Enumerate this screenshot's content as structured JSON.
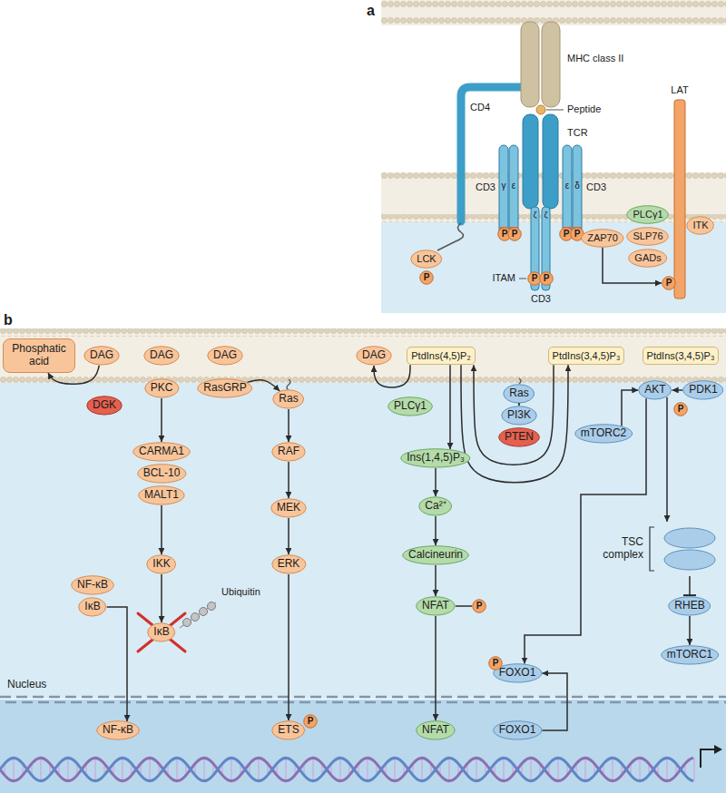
{
  "diagram": {
    "nodes": [
      {
        "text": [
          "LCK"
        ]
      },
      {
        "text": [
          "P"
        ]
      },
      {
        "text": [
          "P"
        ]
      },
      {
        "text": [
          "P"
        ]
      },
      {
        "text": [
          "P"
        ]
      },
      {
        "text": [
          "P"
        ]
      },
      {
        "text": [
          "P"
        ]
      },
      {
        "text": [
          "P"
        ]
      },
      {
        "text": [
          "ZAP70"
        ]
      },
      {
        "text": [
          "LAT"
        ]
      },
      {
        "text": [
          "P"
        ]
      },
      {
        "text": [
          "PLCγ1"
        ]
      },
      {
        "text": [
          "ITK"
        ]
      },
      {
        "text": [
          "SLP76"
        ]
      },
      {
        "text": [
          "GADs"
        ]
      },
      {
        "text": [
          "Phosphatic acid"
        ]
      },
      {
        "text": [
          "DAG"
        ]
      },
      {
        "text": [
          "DAG"
        ]
      },
      {
        "text": [
          "DAG"
        ]
      },
      {
        "text": [
          "DAG"
        ]
      },
      {
        "text": [
          "PtdIns(4,5)P₂"
        ]
      },
      {
        "text": [
          "PtdIns(3,4,5)P₃"
        ]
      },
      {
        "text": [
          "PtdIns(3,4,5)P₃"
        ]
      },
      {
        "text": [
          "DGK"
        ]
      },
      {
        "text": [
          "PKC"
        ]
      },
      {
        "text": [
          "RasGRP"
        ]
      },
      {
        "text": [
          "Ras"
        ]
      },
      {
        "text": [
          "Ras"
        ]
      },
      {
        "text": [
          "PI3K"
        ]
      },
      {
        "text": [
          "PTEN"
        ]
      },
      {
        "text": [
          "PLCγ1"
        ]
      },
      {
        "text": [
          "AKT"
        ]
      },
      {
        "text": [
          "P"
        ]
      },
      {
        "text": [
          "PDK1"
        ]
      },
      {
        "text": [
          "mTORC2"
        ]
      },
      {
        "text": [
          "CARMA1"
        ]
      },
      {
        "text": [
          "BCL-10"
        ]
      },
      {
        "text": [
          "MALT1"
        ]
      },
      {
        "text": [
          "RAF"
        ]
      },
      {
        "text": [
          "MEK"
        ]
      },
      {
        "text": [
          "ERK"
        ]
      },
      {
        "text": [
          "Ins(1,4,5)P₃"
        ]
      },
      {
        "text": [
          "Ca²⁺"
        ]
      },
      {
        "text": [
          "Calcineurin"
        ]
      },
      {
        "text": [
          "NFAT"
        ]
      },
      {
        "text": [
          "P"
        ]
      },
      {
        "text": [
          "TSC complex"
        ]
      },
      {
        "text": [
          "IKK"
        ]
      },
      {
        "text": [
          "NF-κB"
        ]
      },
      {
        "text": [
          "IκB"
        ]
      },
      {
        "text": [
          "IκB"
        ]
      },
      {
        "text": [
          "RHEB"
        ]
      },
      {
        "text": [
          "mTORC1"
        ]
      },
      {
        "text": [
          "FOXO1"
        ]
      },
      {
        "text": [
          "P"
        ]
      },
      {
        "text": [
          "NF-κB"
        ]
      },
      {
        "text": [
          "ETS"
        ]
      },
      {
        "text": [
          "P"
        ]
      },
      {
        "text": [
          "NFAT"
        ]
      },
      {
        "text": [
          "FOXO1"
        ]
      }
    ],
    "edges": [
      {
        "from": 8,
        "to": 10,
        "arrow": "to"
      },
      {
        "from": 16,
        "to": 15,
        "arrow": "to"
      },
      {
        "from": 24,
        "to": 35,
        "arrow": "to"
      },
      {
        "from": 37,
        "to": 47,
        "arrow": "to"
      },
      {
        "from": 47,
        "to": 50,
        "arrow": "to"
      },
      {
        "from": 49,
        "to": 55,
        "arrow": "to"
      },
      {
        "from": 25,
        "to": 26,
        "arrow": "to"
      },
      {
        "from": 26,
        "to": 38,
        "arrow": "to"
      },
      {
        "from": 38,
        "to": 39,
        "arrow": "to"
      },
      {
        "from": 39,
        "to": 40,
        "arrow": "to"
      },
      {
        "from": 40,
        "to": 56,
        "arrow": "to"
      },
      {
        "from": 20,
        "to": 19,
        "arrow": "to"
      },
      {
        "from": 20,
        "to": 41,
        "arrow": "to"
      },
      {
        "from": 41,
        "to": 42,
        "arrow": "to"
      },
      {
        "from": 42,
        "to": 43,
        "arrow": "to"
      },
      {
        "from": 43,
        "to": 44,
        "arrow": "to"
      },
      {
        "from": 44,
        "to": 45,
        "arrow": "none"
      },
      {
        "from": 44,
        "to": 58,
        "arrow": "to"
      },
      {
        "from": 20,
        "to": 21,
        "arrow": "to"
      },
      {
        "from": 21,
        "to": 20,
        "arrow": "to"
      },
      {
        "from": 27,
        "to": 28,
        "arrow": "to"
      },
      {
        "from": 33,
        "to": 31,
        "arrow": "to"
      },
      {
        "from": 34,
        "to": 31,
        "arrow": "to"
      },
      {
        "from": 31,
        "to": 53,
        "arrow": "to"
      },
      {
        "from": 31,
        "to": 46,
        "arrow": "to"
      },
      {
        "from": 46,
        "to": 51,
        "arrow": "none"
      },
      {
        "from": 51,
        "to": 52,
        "arrow": "to"
      },
      {
        "from": 59,
        "to": 53,
        "arrow": "to"
      }
    ],
    "labels": [
      "a",
      "MHC class II",
      "Peptide",
      "TCR",
      "CD4",
      "CD3",
      "γ",
      "ε",
      "ε",
      "δ",
      "CD3",
      "ζ",
      "ζ",
      "ITAM",
      "CD3",
      "b",
      "Ubiquitin",
      "Nucleus"
    ]
  }
}
